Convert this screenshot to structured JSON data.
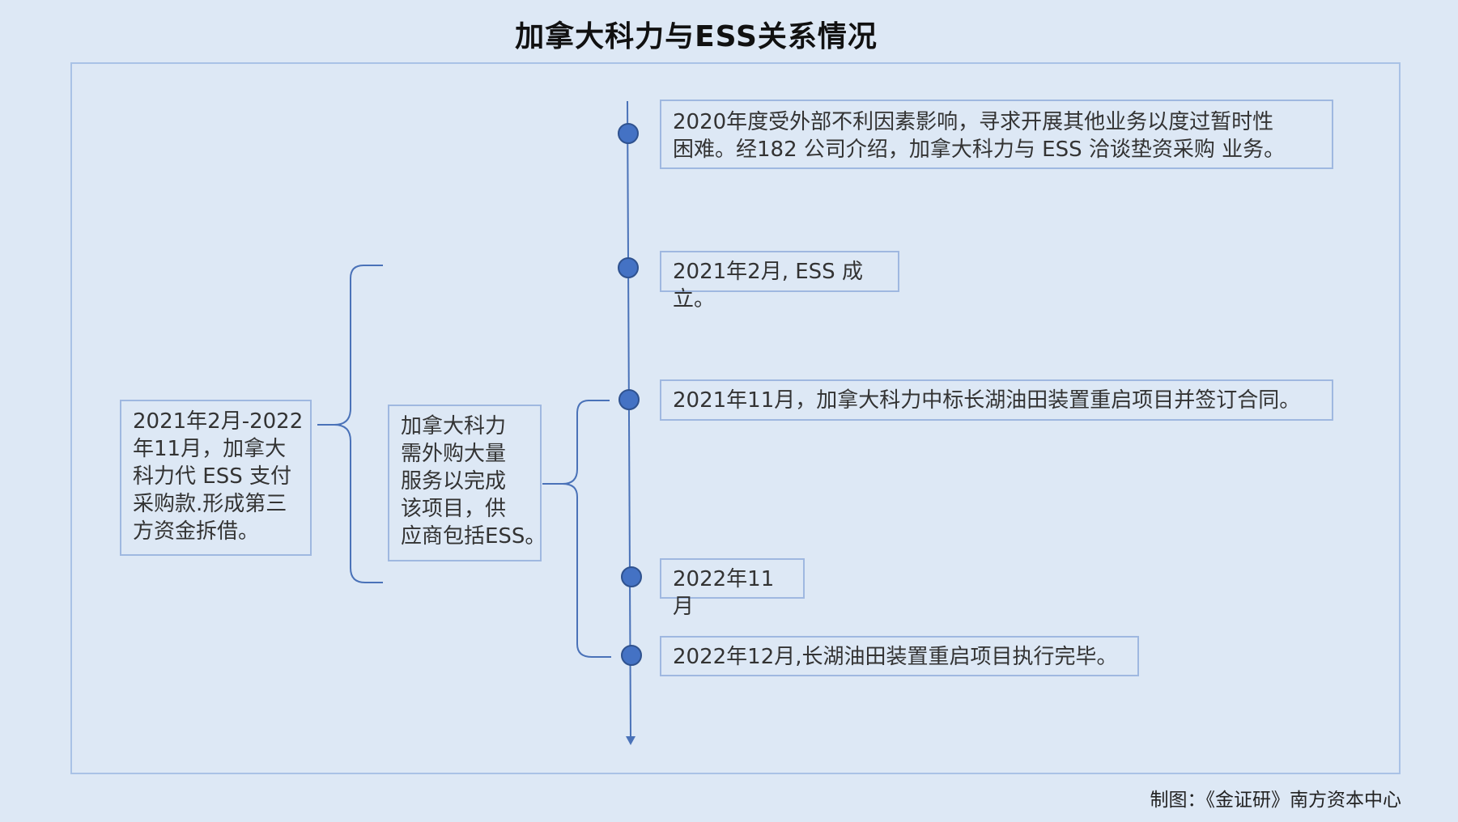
{
  "title": "加拿大科力与ESS关系情况",
  "events": [
    {
      "line1": "2020年度受外部不利因素影响，寻求开展其他业务以度过暂时性",
      "line2": "困难。经182 公司介绍，加拿大科力与 ESS 洽谈垫资采购 业务。"
    },
    {
      "line1": "2021年2月, ESS 成立。"
    },
    {
      "line1": "2021年11月，加拿大科力中标长湖油田装置重启项目并签订合同。"
    },
    {
      "line1": "2022年11月"
    },
    {
      "line1": "2022年12月,长湖油田装置重启项目执行完毕。"
    }
  ],
  "middle_box": {
    "lines": [
      "加拿大科力",
      "需外购大量",
      "服务以完成",
      "该项目，供",
      "应商包括ESS。"
    ]
  },
  "left_box": {
    "lines": [
      "2021年2月-2022",
      "年11月，加拿大",
      "科力代 ESS 支付",
      "采购款.形成第三",
      "方资金拆借。"
    ]
  },
  "credit": "制图：《金证研》南方资本中心",
  "colors": {
    "background": "#dde8f5",
    "line": "#4a72b8",
    "dot_fill": "#4472c4",
    "box_border": "#9fb8e0"
  }
}
